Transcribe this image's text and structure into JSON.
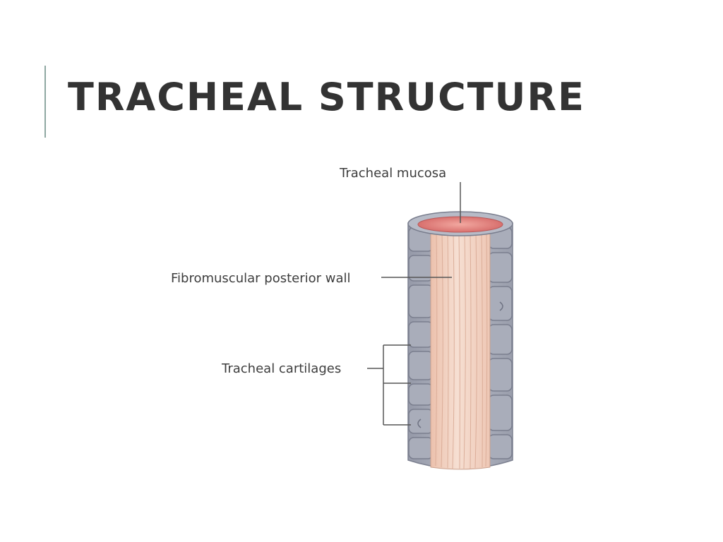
{
  "slide": {
    "title": "TRACHEAL STRUCTURE"
  },
  "diagram": {
    "labels": {
      "mucosa": "Tracheal mucosa",
      "posterior_wall": "Fibromuscular posterior wall",
      "cartilages": "Tracheal cartilages"
    },
    "colors": {
      "cartilage": "#a8acb8",
      "cartilage_dark": "#8a8e9c",
      "muscle": "#f2d3c4",
      "muscle_stripe": "#e2b7a4",
      "mucosa": "#e59090",
      "leader_line": "#555555",
      "accent_bar": "#8fa8a2"
    }
  }
}
